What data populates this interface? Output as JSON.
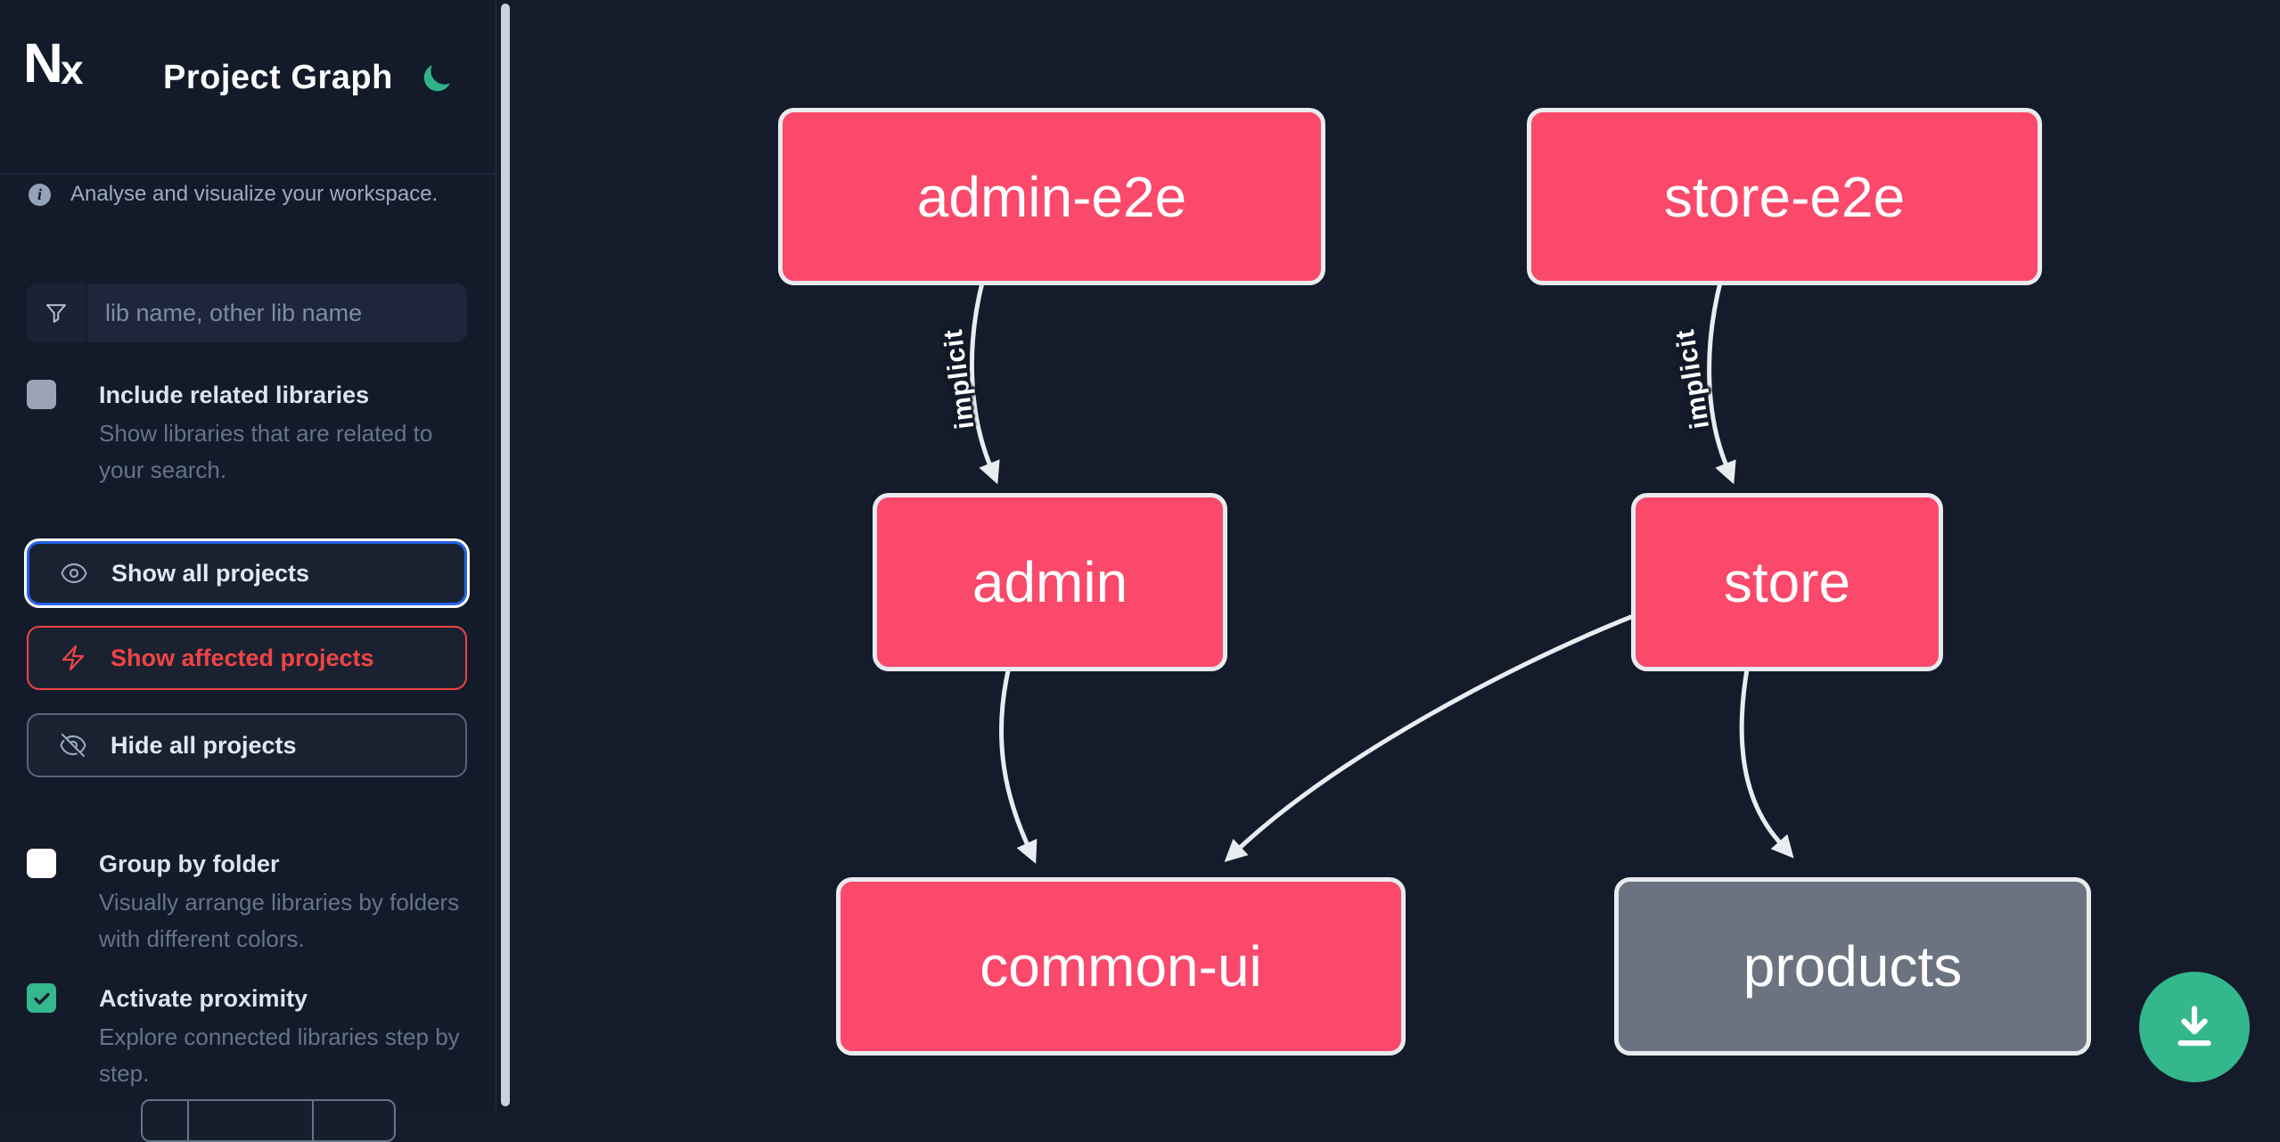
{
  "header": {
    "app_name": "Nx",
    "title": "Project Graph",
    "theme_icon": "moon-icon",
    "theme_color": "#2fb38a"
  },
  "sidebar": {
    "tagline": "Analyse and visualize your workspace.",
    "search": {
      "placeholder": "lib name, other lib name",
      "value": "",
      "icon": "funnel-icon"
    },
    "checkboxes": [
      {
        "label": "Include related libraries",
        "description": "Show libraries that are related to your search.",
        "checked": false,
        "disabled": true
      },
      {
        "label": "Group by folder",
        "description": "Visually arrange libraries by folders with different colors.",
        "checked": false
      },
      {
        "label": "Activate proximity",
        "description": "Explore connected libraries step by step.",
        "checked": true
      }
    ],
    "buttons": [
      {
        "label": "Show all projects",
        "icon": "eye-icon",
        "accent": "#2563eb",
        "state": "focused"
      },
      {
        "label": "Show affected projects",
        "icon": "bolt-icon",
        "accent": "#ef4444",
        "state": "default"
      },
      {
        "label": "Hide all projects",
        "icon": "eye-slash-icon",
        "accent": "#64748b",
        "state": "default"
      }
    ]
  },
  "graph": {
    "nodes": [
      {
        "id": "admin-e2e",
        "status": "affected"
      },
      {
        "id": "store-e2e",
        "status": "affected"
      },
      {
        "id": "admin",
        "status": "affected"
      },
      {
        "id": "store",
        "status": "affected"
      },
      {
        "id": "common-ui",
        "status": "affected"
      },
      {
        "id": "products",
        "status": "unaffected"
      }
    ],
    "edges": [
      {
        "from": "admin-e2e",
        "to": "admin",
        "label": "implicit"
      },
      {
        "from": "store-e2e",
        "to": "store",
        "label": "implicit"
      },
      {
        "from": "admin",
        "to": "common-ui",
        "label": ""
      },
      {
        "from": "store",
        "to": "common-ui",
        "label": ""
      },
      {
        "from": "store",
        "to": "products",
        "label": ""
      }
    ],
    "colors": {
      "affected_node": "#fa496b",
      "unaffected_node": "#6b7280",
      "node_border": "#e9ebee",
      "edge": "#e9ecf0"
    }
  },
  "fab": {
    "icon": "download-icon",
    "color": "#34b78c"
  }
}
